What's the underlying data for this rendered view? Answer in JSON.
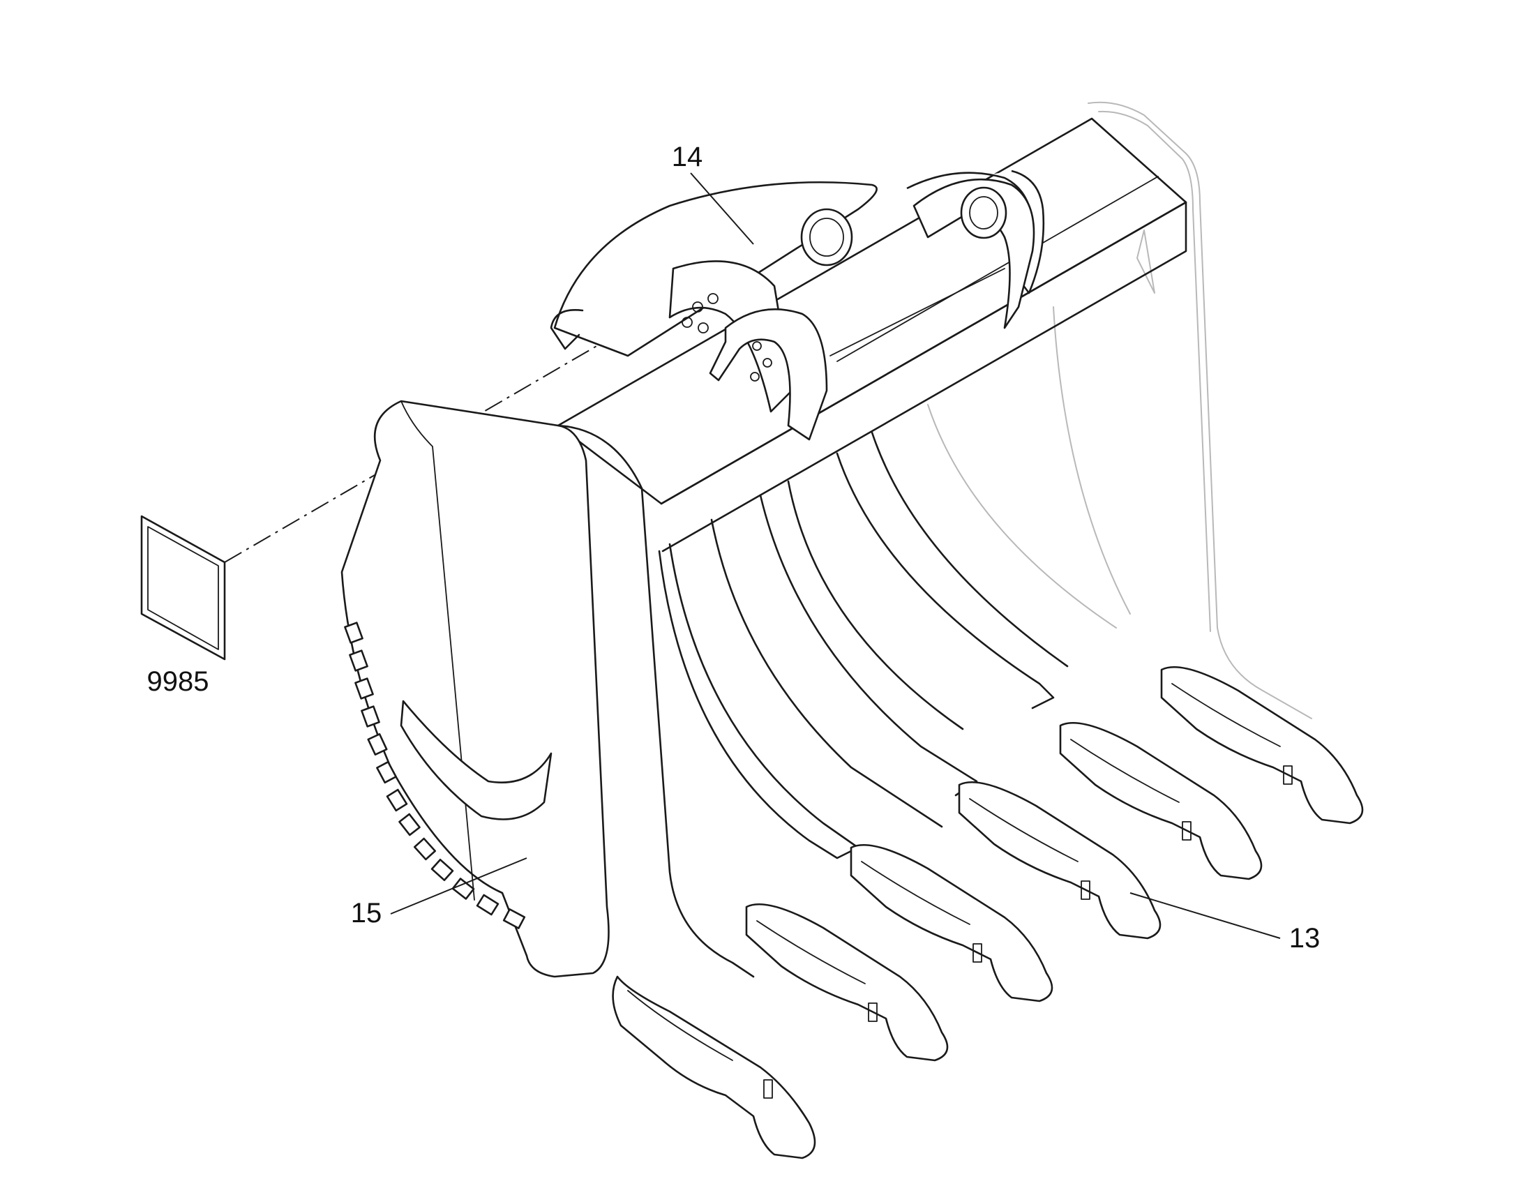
{
  "diagram": {
    "callouts": {
      "c13": "13",
      "c14": "14",
      "c15": "15",
      "c9985": "9985"
    }
  }
}
